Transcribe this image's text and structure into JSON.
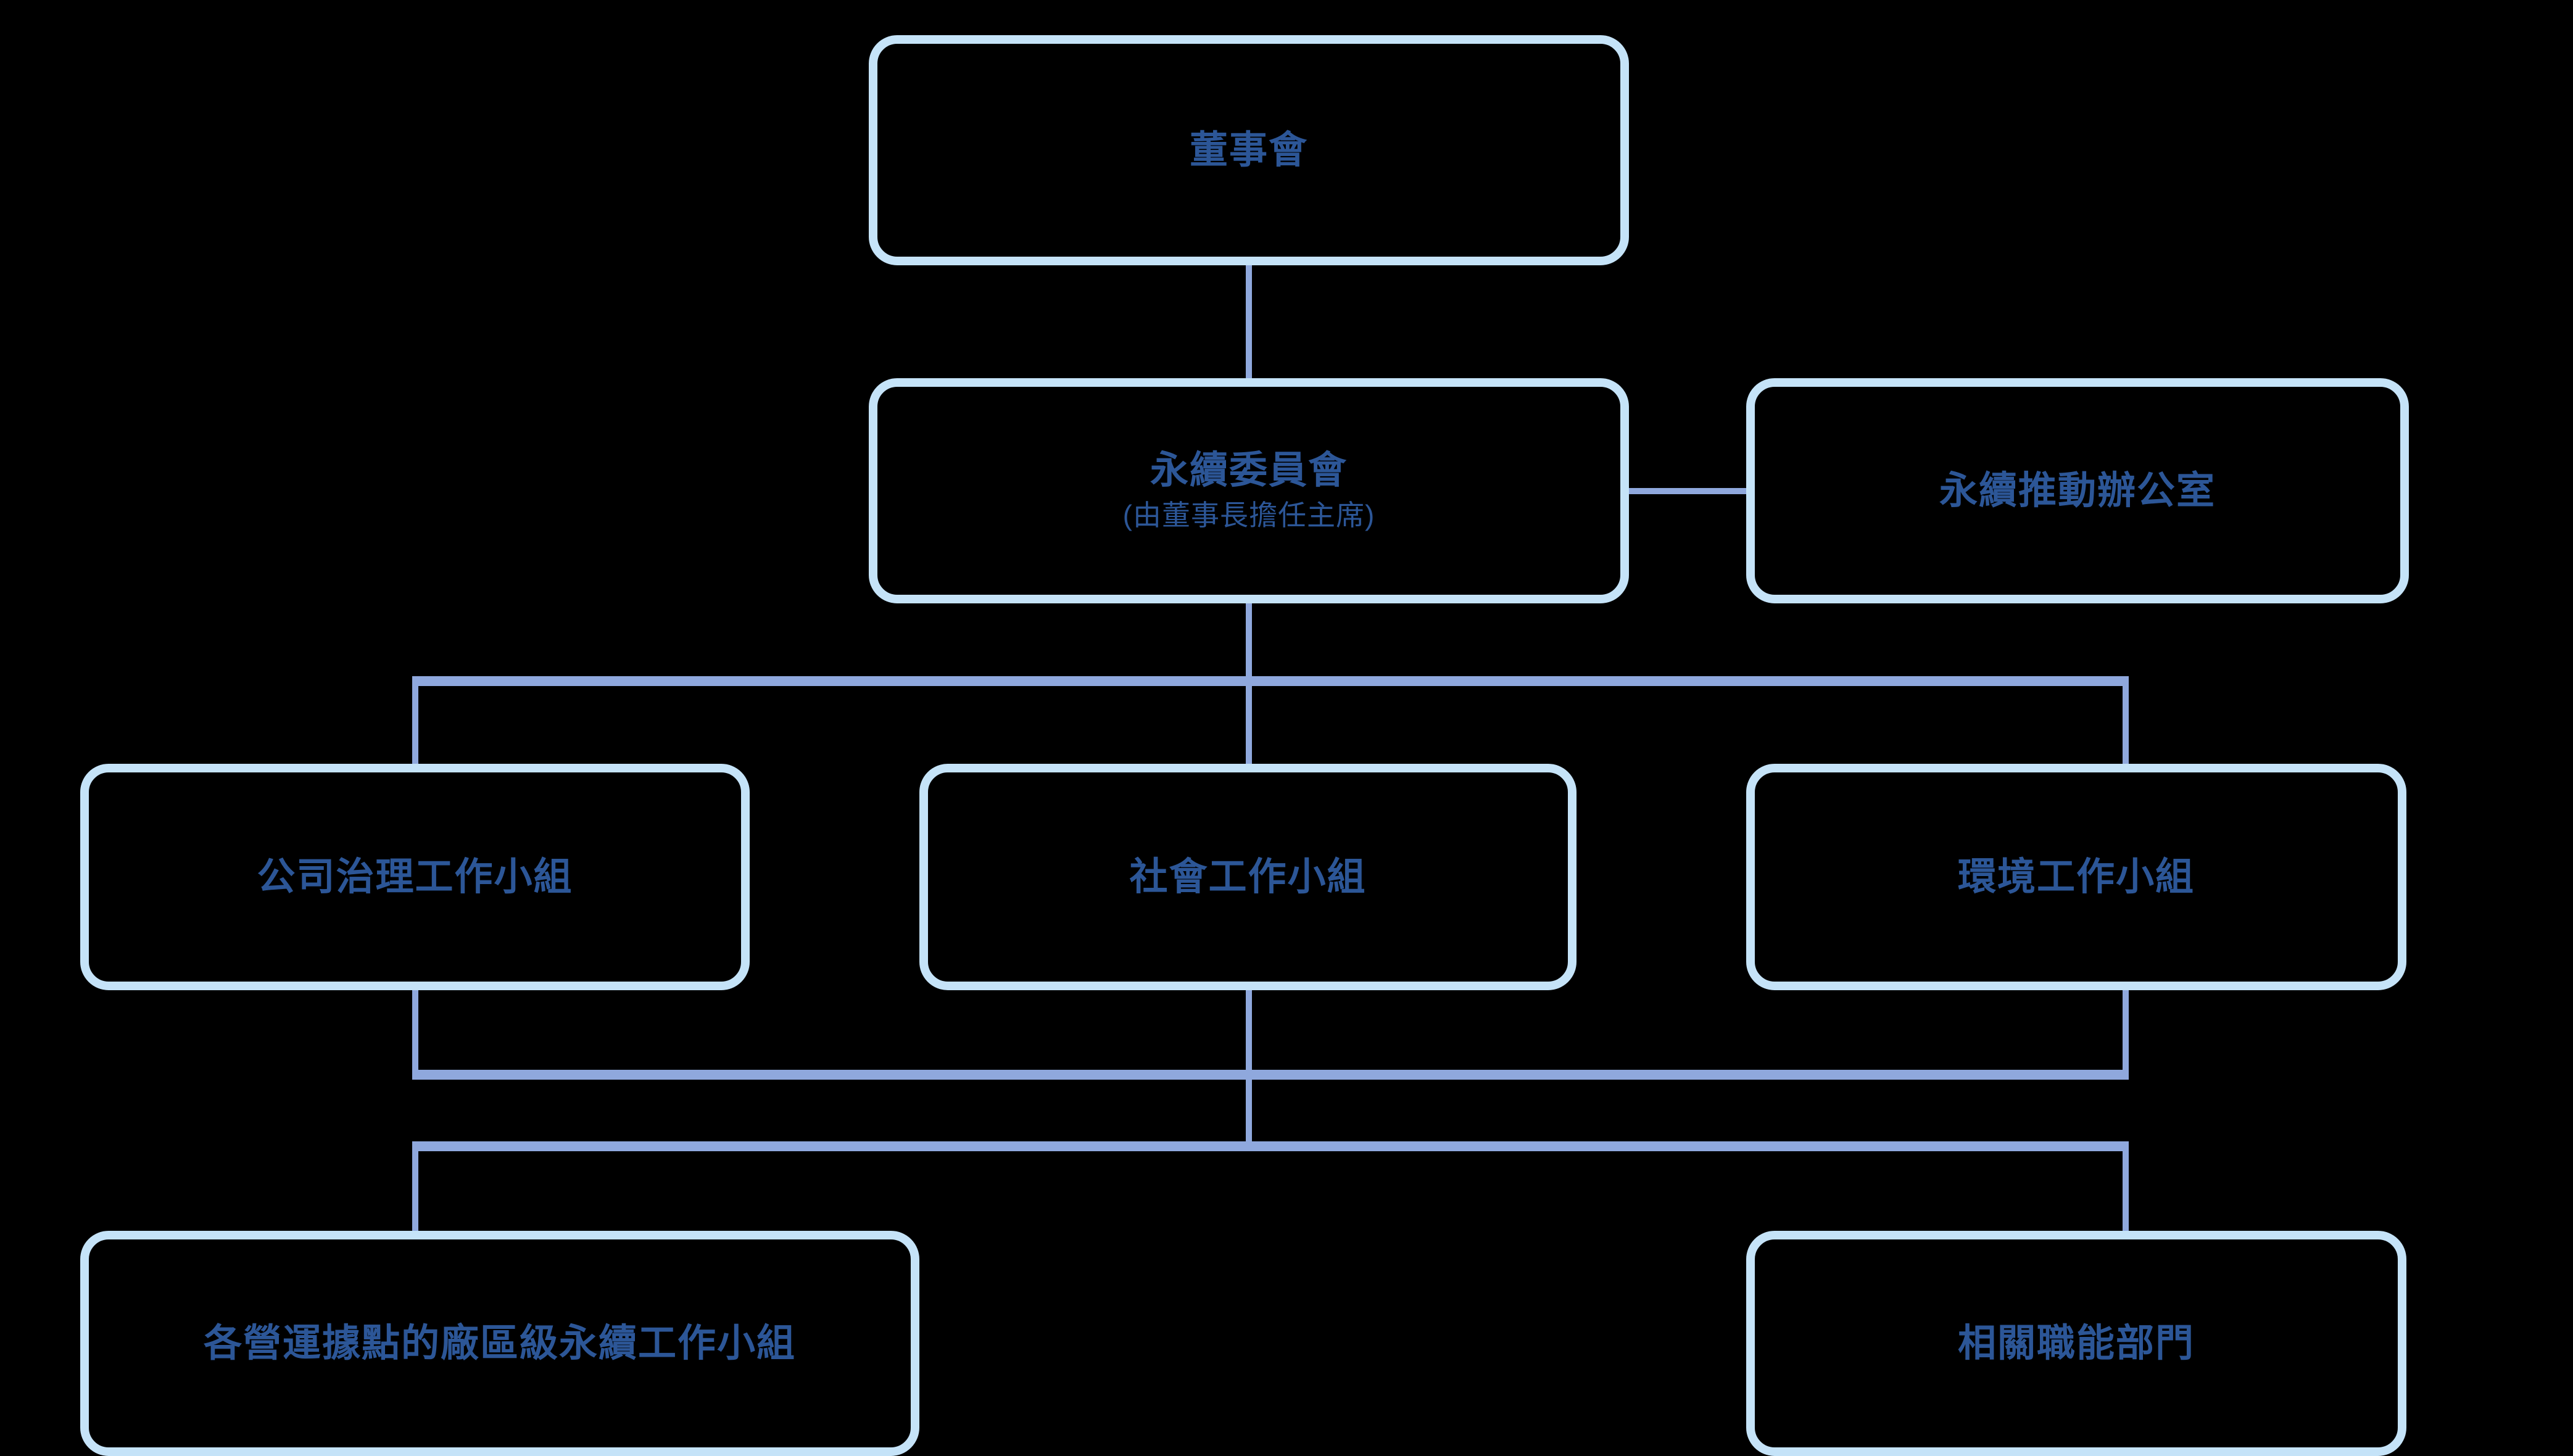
{
  "diagram": {
    "type": "org-chart",
    "orientation": "top-down",
    "background_color": "#000000",
    "box_border_color": "#c5e3f8",
    "connector_color": "#8fa8dd",
    "text_color": "#2c5697",
    "nodes": {
      "board": {
        "title": "董事會",
        "level": 1
      },
      "committee": {
        "title": "永續委員會",
        "subtitle": "(由董事長擔任主席)",
        "level": 2
      },
      "office": {
        "title": "永續推動辦公室",
        "level": 2
      },
      "governance": {
        "title": "公司治理工作小組",
        "level": 3
      },
      "social": {
        "title": "社會工作小組",
        "level": 3
      },
      "environment": {
        "title": "環境工作小組",
        "level": 3
      },
      "plant_groups": {
        "title": "各營運據點的廠區級永續工作小組",
        "level": 4
      },
      "departments": {
        "title": "相關職能部門",
        "level": 4
      }
    },
    "edges": [
      {
        "from": "board",
        "to": "committee",
        "style": "vertical"
      },
      {
        "from": "committee",
        "to": "office",
        "style": "horizontal"
      },
      {
        "from": "committee",
        "to": "governance",
        "style": "elbow"
      },
      {
        "from": "committee",
        "to": "social",
        "style": "vertical"
      },
      {
        "from": "committee",
        "to": "environment",
        "style": "elbow"
      },
      {
        "from": "governance",
        "to": "plant_groups",
        "style": "elbow"
      },
      {
        "from": "social",
        "to": "plant_groups",
        "style": "elbow"
      },
      {
        "from": "environment",
        "to": "departments",
        "style": "elbow"
      },
      {
        "from": "governance",
        "to": "departments",
        "style": "elbow"
      },
      {
        "from": "social",
        "to": "departments",
        "style": "elbow"
      },
      {
        "from": "environment",
        "to": "plant_groups",
        "style": "elbow"
      }
    ]
  }
}
